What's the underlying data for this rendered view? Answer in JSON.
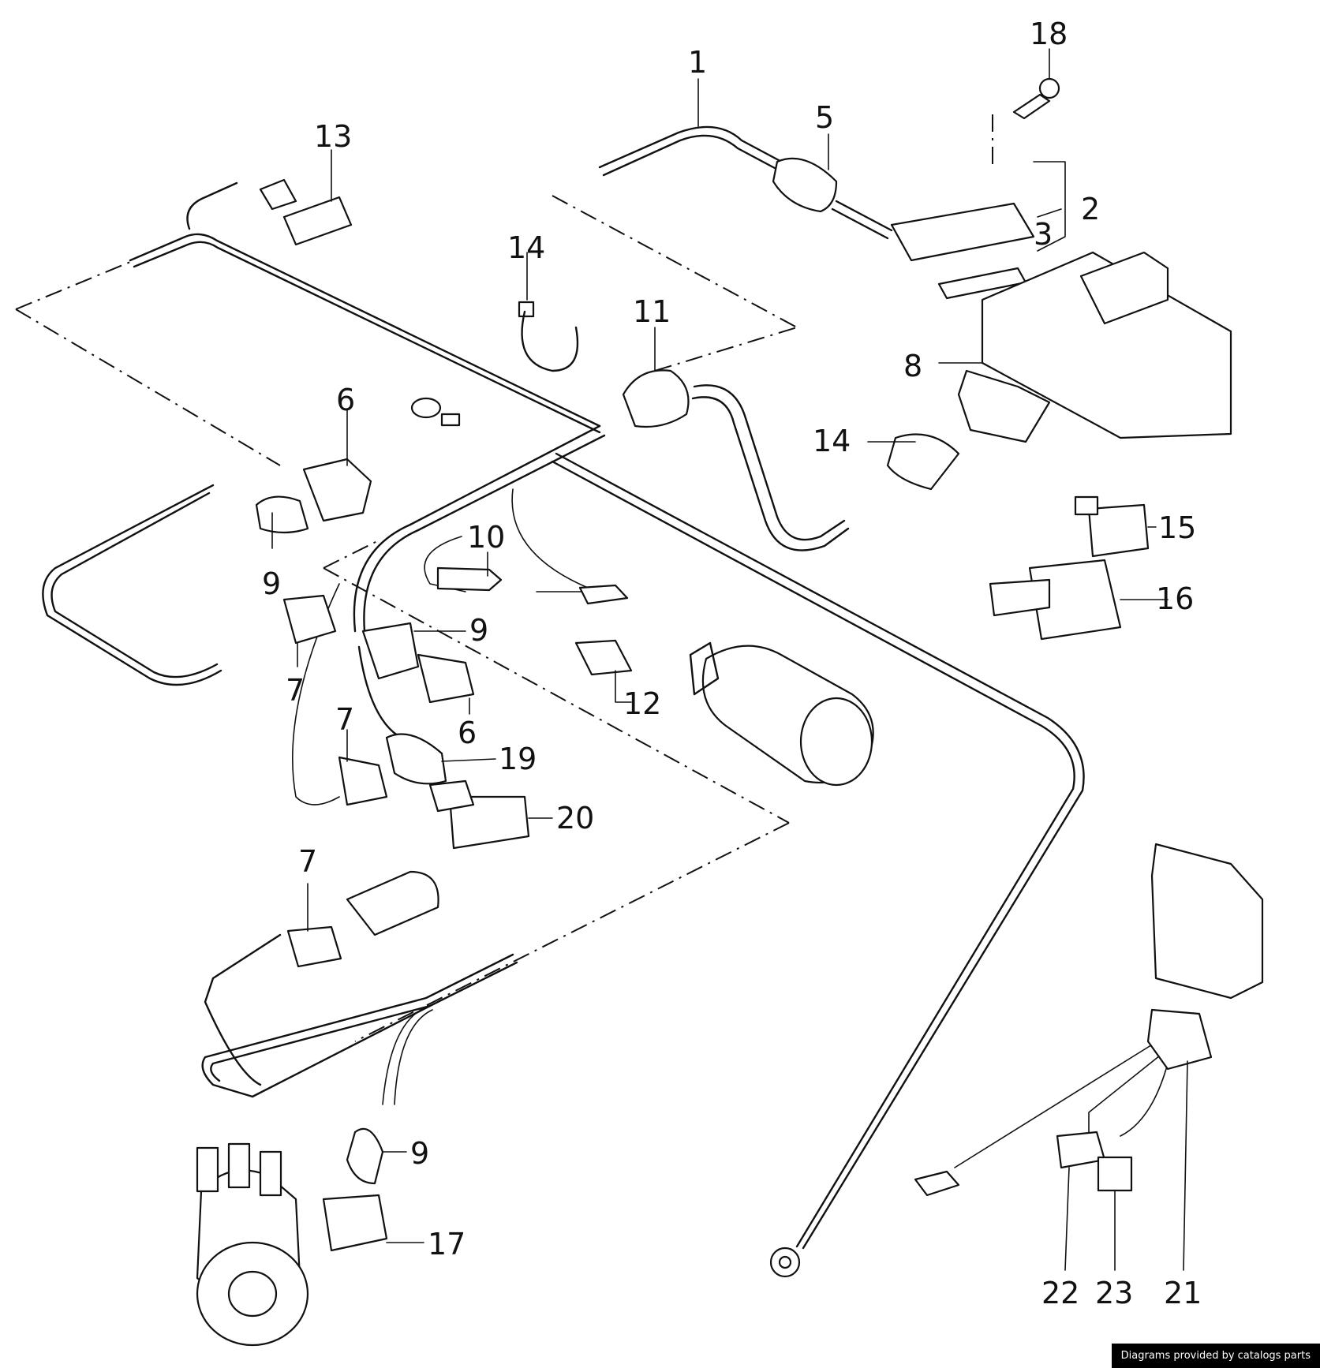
{
  "callouts": [
    {
      "id": "1",
      "text": "1"
    },
    {
      "id": "2",
      "text": "2"
    },
    {
      "id": "3",
      "text": "3"
    },
    {
      "id": "5",
      "text": "5"
    },
    {
      "id": "18",
      "text": "18"
    },
    {
      "id": "13",
      "text": "13"
    },
    {
      "id": "14a",
      "text": "14"
    },
    {
      "id": "11",
      "text": "11"
    },
    {
      "id": "8",
      "text": "8"
    },
    {
      "id": "14b",
      "text": "14"
    },
    {
      "id": "6a",
      "text": "6"
    },
    {
      "id": "9a",
      "text": "9"
    },
    {
      "id": "10",
      "text": "10"
    },
    {
      "id": "15",
      "text": "15"
    },
    {
      "id": "16",
      "text": "16"
    },
    {
      "id": "7a",
      "text": "7"
    },
    {
      "id": "9b",
      "text": "9"
    },
    {
      "id": "6b",
      "text": "6"
    },
    {
      "id": "12",
      "text": "12"
    },
    {
      "id": "7b",
      "text": "7"
    },
    {
      "id": "19",
      "text": "19"
    },
    {
      "id": "20",
      "text": "20"
    },
    {
      "id": "7c",
      "text": "7"
    },
    {
      "id": "9c",
      "text": "9"
    },
    {
      "id": "17",
      "text": "17"
    },
    {
      "id": "22",
      "text": "22"
    },
    {
      "id": "23",
      "text": "23"
    },
    {
      "id": "21",
      "text": "21"
    }
  ],
  "credit": "Diagrams provided by catalogs parts"
}
